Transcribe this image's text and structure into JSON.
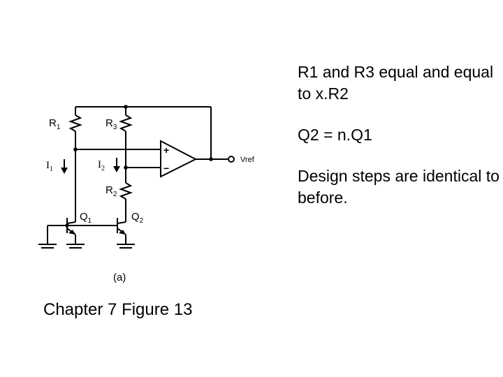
{
  "circuit": {
    "labels": {
      "r1": "R",
      "r1_sub": "1",
      "r3": "R",
      "r3_sub": "3",
      "r2": "R",
      "r2_sub": "2",
      "i1": "I",
      "i1_sub": "1",
      "i2": "I",
      "i2_sub": "2",
      "q1": "Q",
      "q1_sub": "1",
      "q2": "Q",
      "q2_sub": "2",
      "plus": "+",
      "minus": "−",
      "vref": "Vref",
      "sub_caption": "(a)"
    }
  },
  "notes": [
    "R1 and R3 equal and equal to x.R2",
    "Q2 = n.Q1",
    "Design steps are identical to before."
  ],
  "caption": "Chapter 7 Figure 13"
}
